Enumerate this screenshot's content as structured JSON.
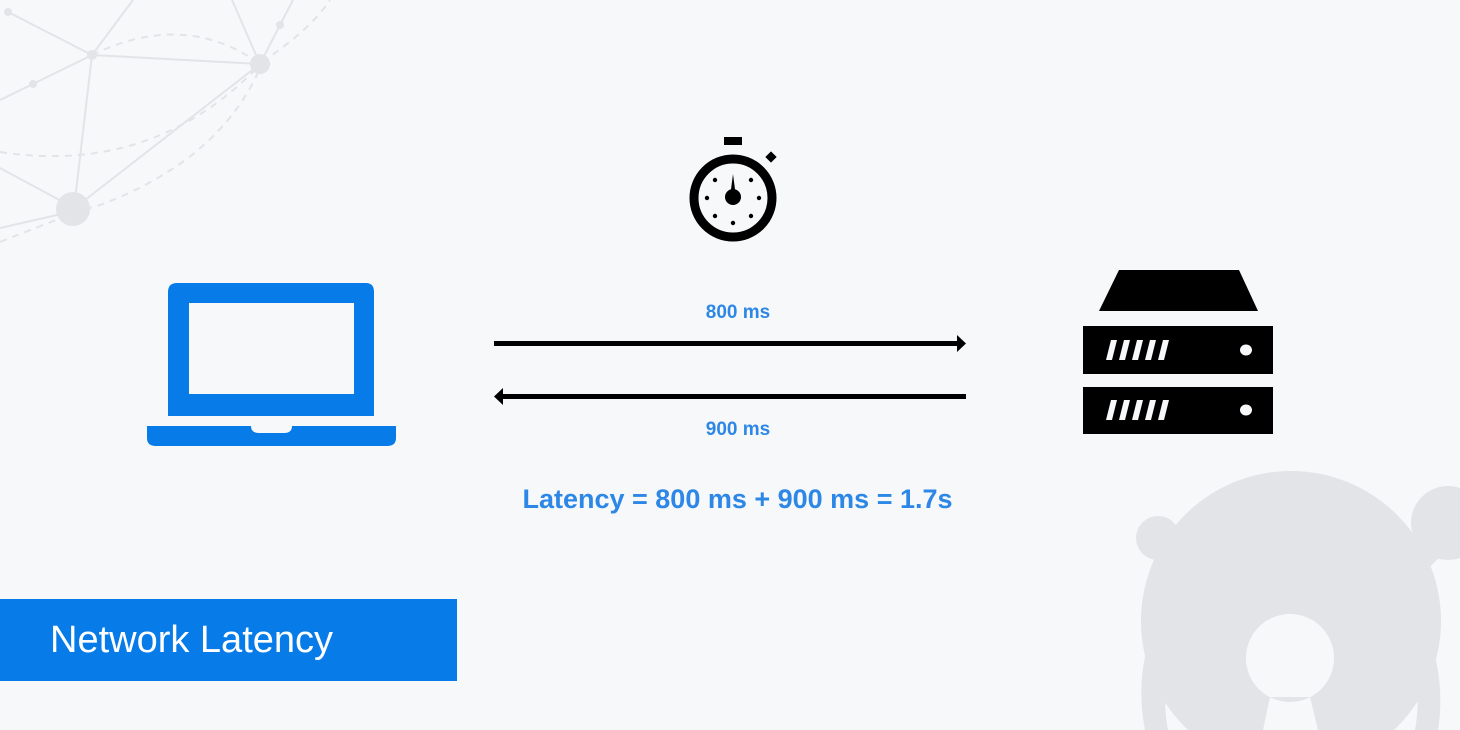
{
  "diagram": {
    "title": "Network Latency",
    "request_label": "800 ms",
    "response_label": "900 ms",
    "formula": "Latency = 800 ms + 900 ms = 1.7s",
    "nodes": [
      {
        "id": "client",
        "icon": "laptop-icon",
        "color": "#077be8"
      },
      {
        "id": "server",
        "icon": "server-icon",
        "color": "#000000"
      }
    ],
    "edges": [
      {
        "from": "client",
        "to": "server",
        "label": "800 ms"
      },
      {
        "from": "server",
        "to": "client",
        "label": "900 ms"
      }
    ],
    "timer_icon": "stopwatch-icon",
    "colors": {
      "background": "#f7f8fa",
      "accent": "#077be8",
      "label": "#2c87e6",
      "decor": "#e2e4e7"
    }
  }
}
